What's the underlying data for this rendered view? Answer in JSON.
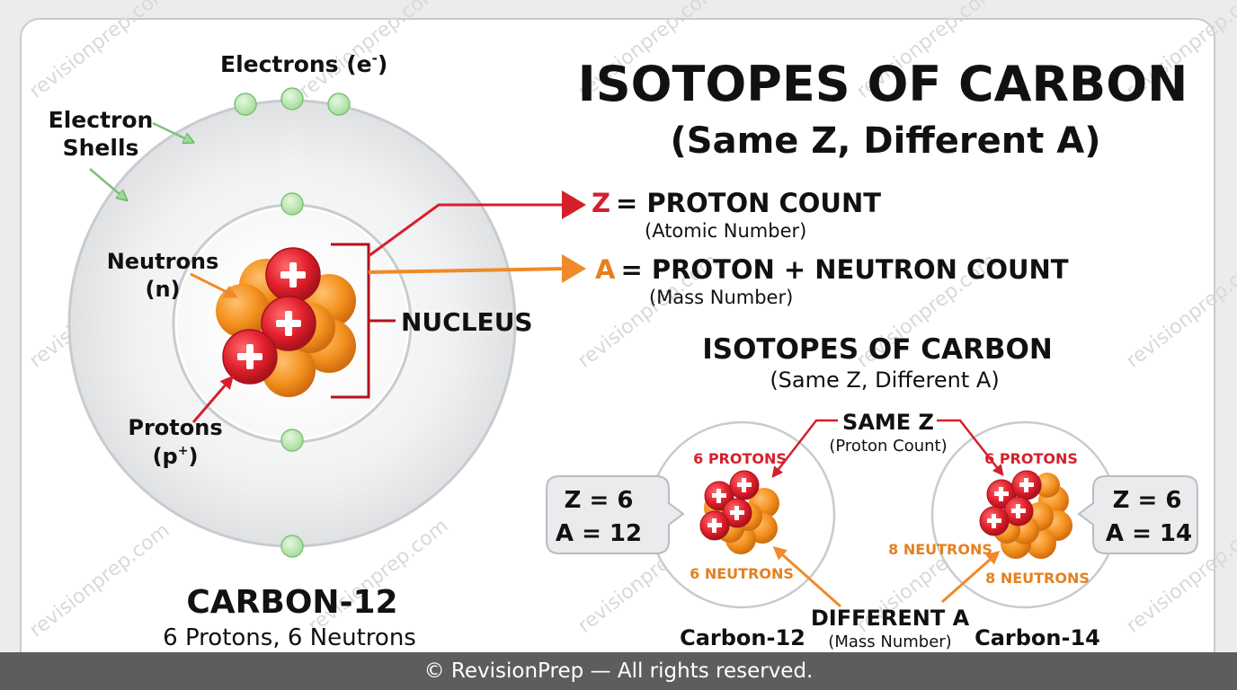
{
  "title": "ISOTOPES OF CARBON",
  "subtitle": "(Same Z, Different A)",
  "watermark": "revisionprep.com",
  "colors": {
    "proton": "#e2202c",
    "neutron": "#f4921f",
    "electron": "#b9e6b0",
    "z_red": "#d5202c",
    "a_orange": "#e5801f",
    "text": "#111111",
    "shell_fill": "#e6e8ea",
    "footer": "#5d5d5d"
  },
  "atom": {
    "electrons_label": "Electrons (e",
    "electrons_sup": "-",
    "electrons_close": ")",
    "shells_label_1": "Electron",
    "shells_label_2": "Shells",
    "neutrons_label_1": "Neutrons",
    "neutrons_label_2": "(n)",
    "protons_label_1": "Protons",
    "protons_label_2": "(p",
    "protons_sup": "+",
    "protons_close": ")",
    "nucleus_label": "NUCLEUS",
    "name": "CARBON-12",
    "composition": "6 Protons, 6 Neutrons"
  },
  "definitions": {
    "z_letter": "Z",
    "z_text": "= PROTON COUNT",
    "z_sub": "(Atomic Number)",
    "a_letter": "A",
    "a_text": "= PROTON + NEUTRON COUNT",
    "a_sub": "(Mass Number)"
  },
  "comparison": {
    "heading": "ISOTOPES OF CARBON",
    "subheading": "(Same Z, Different A)",
    "same_z": "SAME Z",
    "same_z_sub": "(Proton Count)",
    "different_a": "DIFFERENT A",
    "different_a_sub": "(Mass Number)",
    "left": {
      "name": "Carbon-12",
      "protons": "6 PROTONS",
      "neutrons": "6 NEUTRONS",
      "z": "Z = 6",
      "a": "A = 12"
    },
    "right": {
      "name": "Carbon-14",
      "protons": "6 PROTONS",
      "neutrons_left": "8 NEUTRONS",
      "neutrons_right": "8 NEUTRONS",
      "z": "Z = 6",
      "a": "A = 14"
    }
  },
  "footer": "© RevisionPrep — All rights reserved."
}
